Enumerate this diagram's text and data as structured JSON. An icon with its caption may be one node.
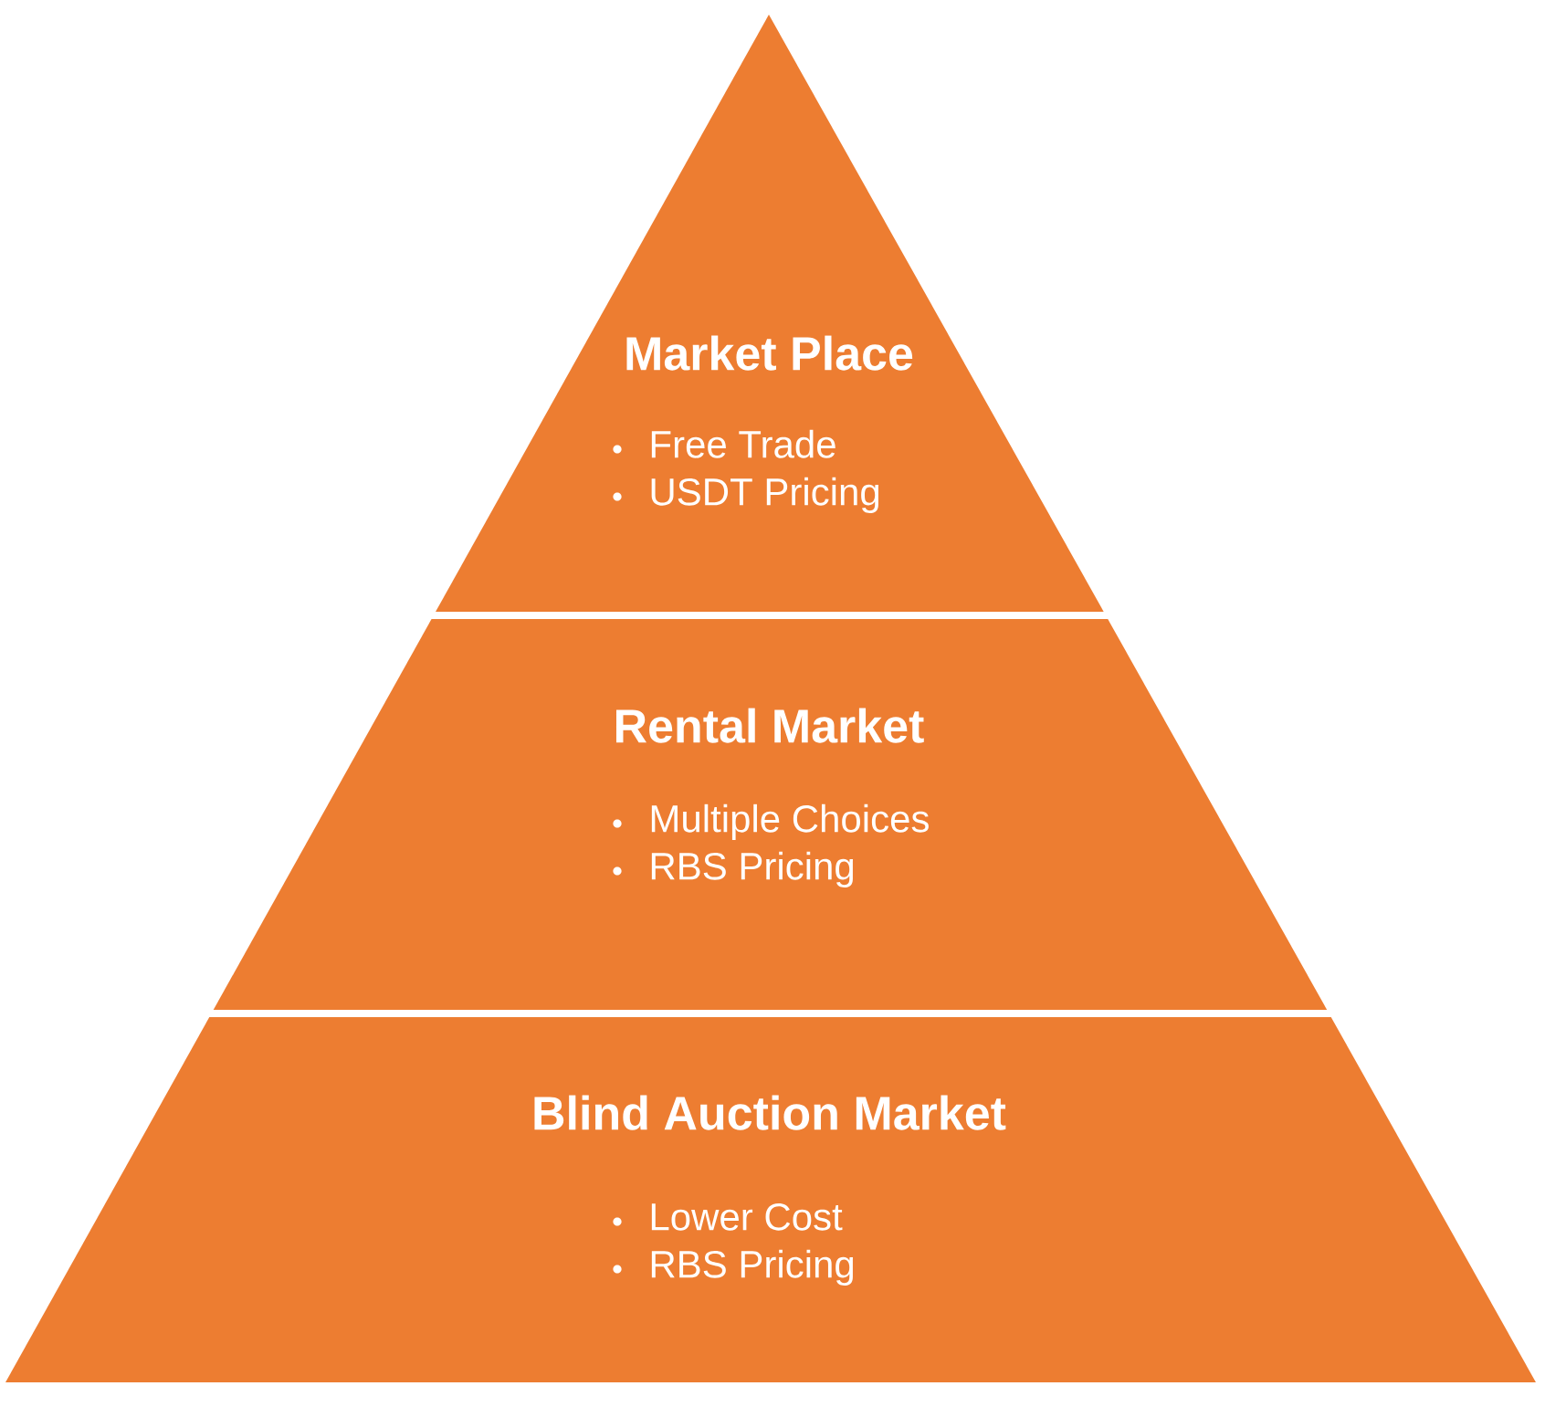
{
  "diagram": {
    "nodes": [
      {
        "text": [
          "Market Place",
          "Free Trade",
          "USDT Pricing"
        ]
      },
      {
        "text": [
          "Rental Market",
          "Multiple Choices",
          "RBS Pricing"
        ]
      },
      {
        "text": [
          "Blind Auction Market",
          "Lower Cost",
          "RBS Pricing"
        ]
      }
    ]
  }
}
